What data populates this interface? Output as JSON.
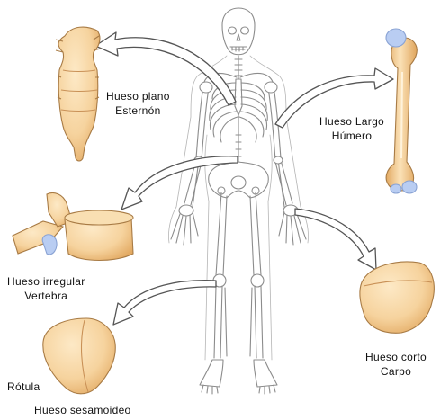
{
  "labels": {
    "flat_bone": {
      "type": "Hueso plano",
      "name": "Esternón"
    },
    "long_bone": {
      "type": "Hueso Largo",
      "name": "Húmero"
    },
    "irregular_bone": {
      "type": "Hueso irregular",
      "name": "Vertebra"
    },
    "short_bone": {
      "type": "Hueso corto",
      "name": "Carpo"
    },
    "sesamoid_bone": {
      "type": "Hueso sesamoideo",
      "name": "Rótula"
    }
  },
  "colors": {
    "bone_fill": "#f6d39e",
    "bone_shade": "#e2a962",
    "bone_outline": "#a87b45",
    "cartilage": "#b9cdf2",
    "skeleton_line": "#8c8c8c",
    "arrow_fill": "#ffffff",
    "arrow_outline": "#555555",
    "text": "#111111"
  }
}
